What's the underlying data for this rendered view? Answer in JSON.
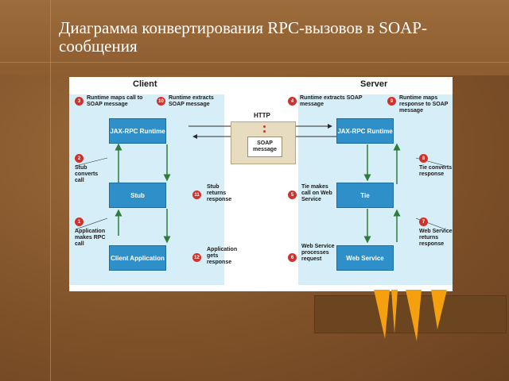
{
  "title": "Диаграмма конвертирования RPC-вызовов в SOAP-сообщения",
  "diagram": {
    "client_header": "Client",
    "server_header": "Server",
    "http_label": "HTTP",
    "soap_message": "SOAP message",
    "blocks": {
      "client_runtime": "JAX-RPC Runtime",
      "stub": "Stub",
      "client_app": "Client Application",
      "server_runtime": "JAX-RPC Runtime",
      "tie": "Tie",
      "web_service": "Web Service"
    },
    "steps": [
      {
        "n": "1",
        "text": "Application makes RPC call"
      },
      {
        "n": "2",
        "text": "Stub converts call"
      },
      {
        "n": "3",
        "text": "Runtime maps call to SOAP message"
      },
      {
        "n": "4",
        "text": "Runtime extracts SOAP message"
      },
      {
        "n": "5",
        "text": "Tie makes call on Web Service"
      },
      {
        "n": "6",
        "text": "Web Service processes request"
      },
      {
        "n": "7",
        "text": "Web Service returns response"
      },
      {
        "n": "8",
        "text": "Tie converts response"
      },
      {
        "n": "9",
        "text": "Runtime maps response to SOAP message"
      },
      {
        "n": "10",
        "text": "Runtime extracts SOAP message"
      },
      {
        "n": "11",
        "text": "Stub returns response"
      },
      {
        "n": "12",
        "text": "Application gets response"
      }
    ]
  }
}
